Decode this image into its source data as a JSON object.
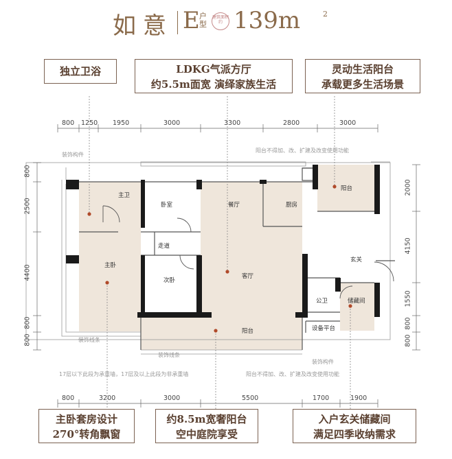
{
  "title": {
    "name": "如意",
    "unit_type": "E",
    "huxing": "户型",
    "seal_text": "建筑面积约",
    "area": "139m",
    "area_sup": "2"
  },
  "callouts": {
    "top_left": [
      "独立卫浴"
    ],
    "top_center": [
      "LDKG气派方厅",
      "约5.5m面宽 演绎家族生活"
    ],
    "top_right": [
      "灵动生活阳台",
      "承载更多生活场景"
    ],
    "bottom_left": [
      "主卧套房设计",
      "270°转角飘窗"
    ],
    "bottom_center": [
      "约8.5m宽奢阳台",
      "空中庭院享受"
    ],
    "bottom_right": [
      "入户玄关储藏间",
      "满足四季收纳需求"
    ]
  },
  "dimensions": {
    "top": [
      "800",
      "1250",
      "1950",
      "3000",
      "3300",
      "2800",
      "3000"
    ],
    "bottom": [
      "800",
      "3200",
      "3000",
      "5500",
      "1700",
      "1900"
    ],
    "left": [
      "800",
      "2500",
      "4400",
      "800",
      "800"
    ],
    "right": [
      "2000",
      "4150",
      "1550",
      "800",
      "800"
    ]
  },
  "rooms": {
    "master_bath": "主卫",
    "bedroom": "卧室",
    "dining": "餐厅",
    "kitchen": "厨房",
    "balcony_top": "阳台",
    "corridor": "走道",
    "master_bedroom": "主卧",
    "second_bedroom": "次卧",
    "living": "客厅",
    "foyer": "玄关",
    "public_bath": "公卫",
    "storage": "储藏间",
    "balcony_bottom": "阳台",
    "equipment": "设备平台"
  },
  "notes": {
    "deco_top": "装饰构件",
    "balcony_note_top": "阳台不得加、改、扩建及改变使用功能",
    "deco_line_left": "装饰线条",
    "deco_line_bottom": "装饰线条",
    "deco_right": "装饰构件",
    "floor_note": "17层以下此段为承重墙，17层及以上此段为非承重墙",
    "balcony_note_bottom": "阳台不得加、改、扩建及改变使用功能"
  },
  "colors": {
    "brand": "#8a6a4a",
    "room_fill": "#efe6db",
    "wall": "#1a1a1a",
    "marker": "#b04a2a"
  }
}
